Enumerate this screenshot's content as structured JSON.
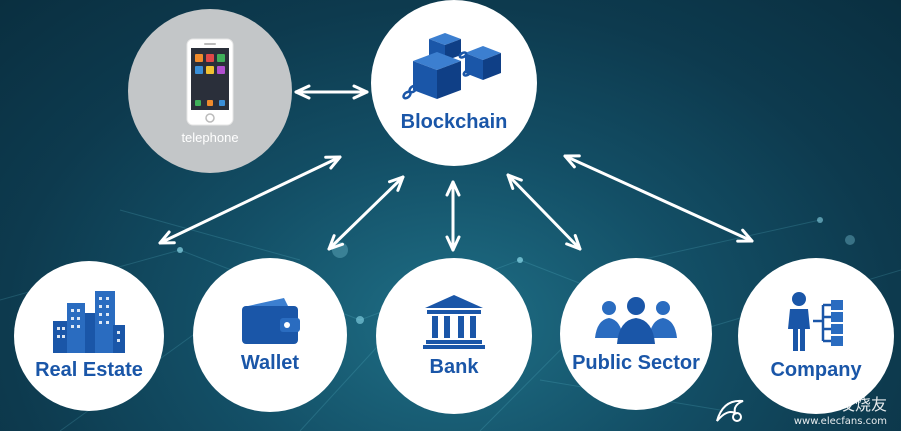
{
  "nodes": {
    "blockchain": {
      "label": "Blockchain"
    },
    "telephone": {
      "label": "telephone"
    },
    "real_estate": {
      "label": "Real Estate"
    },
    "wallet": {
      "label": "Wallet"
    },
    "bank": {
      "label": "Bank"
    },
    "public_sector": {
      "label": "Public Sector"
    },
    "company": {
      "label": "Company"
    }
  },
  "watermark": {
    "text": "电子发烧友",
    "url": "www.elecfans.com"
  },
  "colors": {
    "icon_blue": "#1a56a8",
    "label_blue": "#1a56a8",
    "phone_circle": "#c3c6c8",
    "arrow": "#ffffff"
  }
}
